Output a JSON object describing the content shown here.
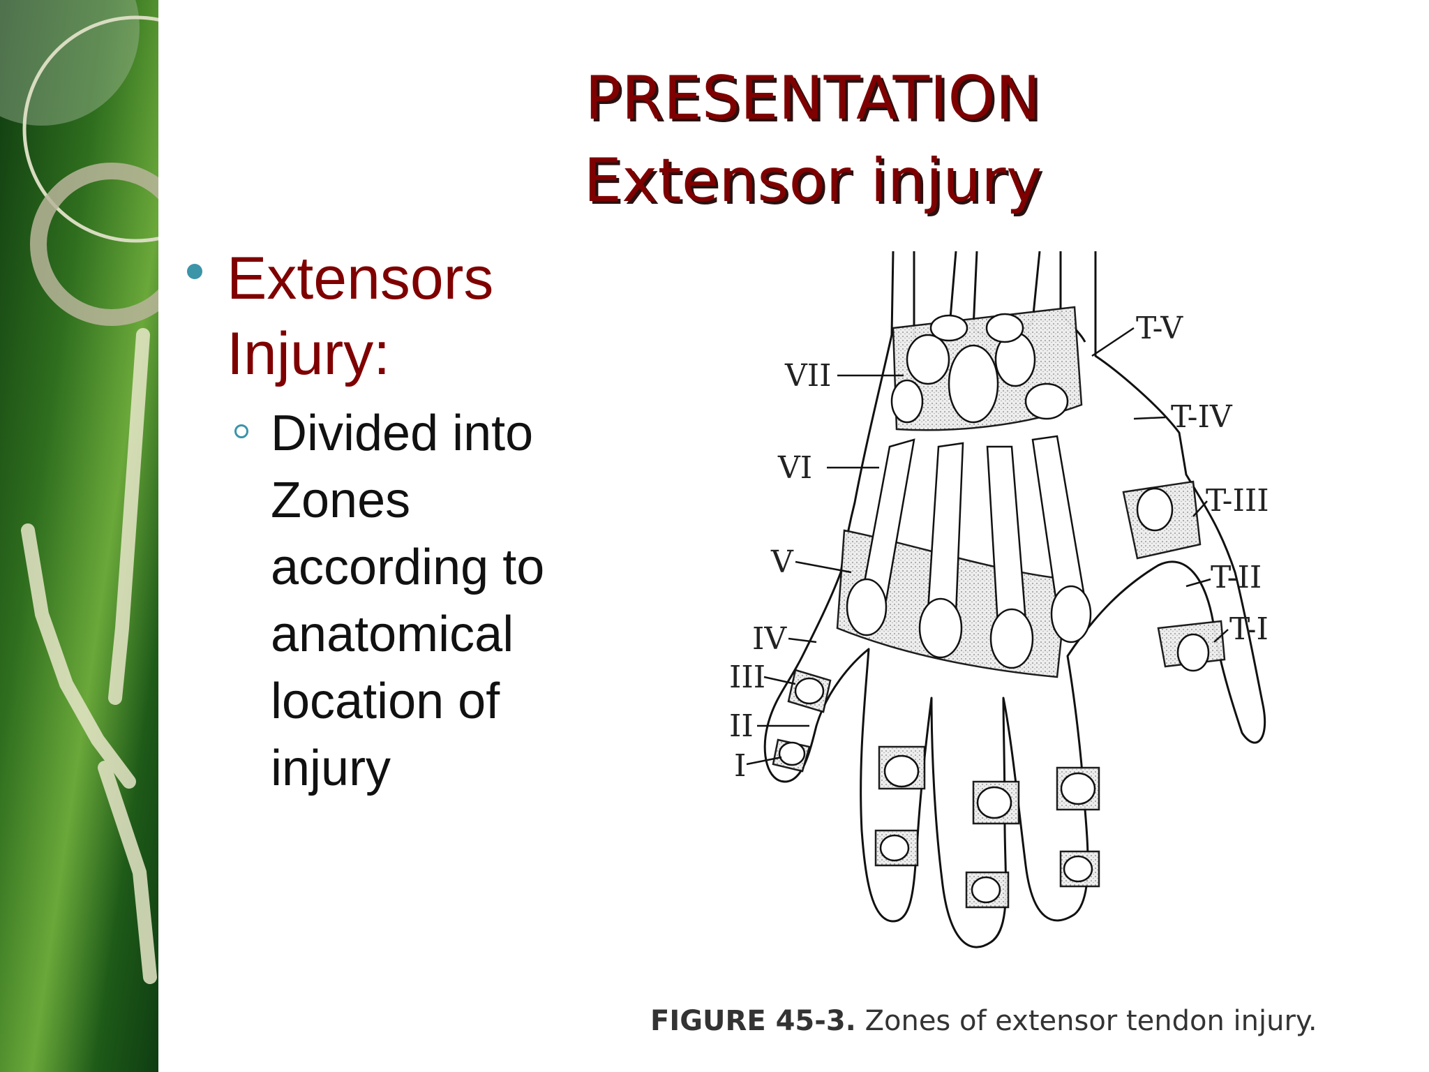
{
  "slide": {
    "title_line1": "PRESENTATION",
    "title_line2": "Extensor injury",
    "bullet1": "Extensors Injury:",
    "bullet2": "Divided into Zones according to anatomical location of injury"
  },
  "figure": {
    "zones": [
      "VII",
      "VI",
      "V",
      "IV",
      "III",
      "II",
      "I"
    ],
    "thumb_zones": [
      "T-V",
      "T-IV",
      "T-III",
      "T-II",
      "T-I"
    ],
    "caption_label": "FIGURE 45-3.",
    "caption_text": "Zones of extensor tendon injury."
  },
  "colors": {
    "title": "#7f0000",
    "bullet_marker": "#3b94a8",
    "side_green": "#2f6e1e"
  }
}
